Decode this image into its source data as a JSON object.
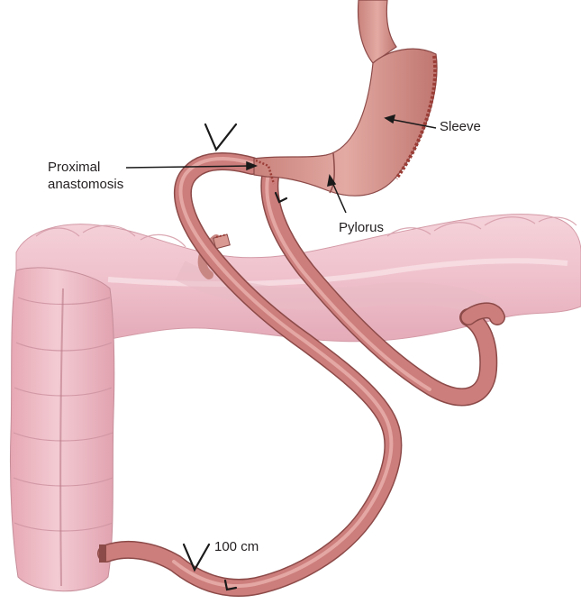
{
  "labels": {
    "sleeve": "Sleeve",
    "proximal_line1": "Proximal",
    "proximal_line2": "anastomosis",
    "pylorus": "Pylorus",
    "length": "100 cm"
  },
  "colors": {
    "background": "#ffffff",
    "colon_fill": "#efc1cc",
    "colon_light": "#f7dde3",
    "colon_edge": "#c48a96",
    "bowel_fill": "#cc7e7c",
    "bowel_highlight": "#e8aaa6",
    "bowel_edge": "#8c4a48",
    "stomach_fill": "#d99a93",
    "staple_color": "#9b3d36",
    "suture_color": "#1a1a1a",
    "text_color": "#231f20"
  }
}
